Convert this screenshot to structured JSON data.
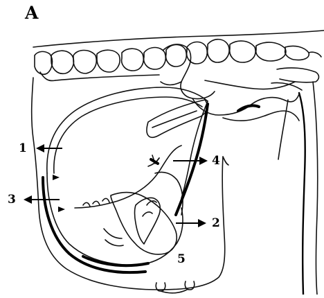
{
  "panel_label": "A",
  "callouts": {
    "c1": "1",
    "c2": "2",
    "c3": "3",
    "c4": "4",
    "c5": "5"
  },
  "colors": {
    "ink": "#000000",
    "background": "#ffffff"
  }
}
